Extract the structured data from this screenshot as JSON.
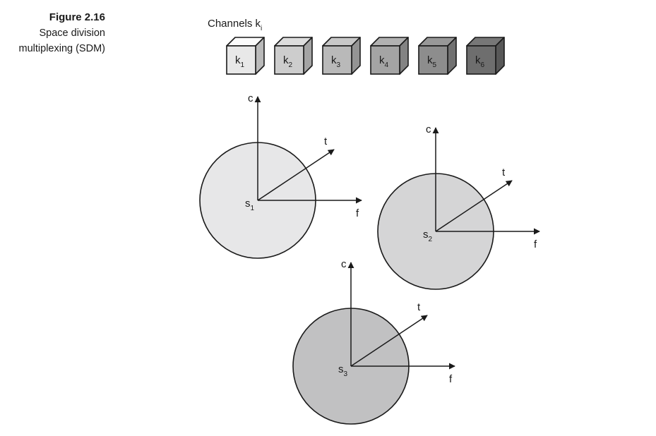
{
  "figure": {
    "number": "Figure 2.16",
    "title_line1": "Space division",
    "title_line2": "multiplexing (SDM)"
  },
  "channels": {
    "label": "Channels k",
    "label_sub": "i",
    "cubes": [
      {
        "main": "k",
        "sub": "1",
        "color": "#e8e8e8"
      },
      {
        "main": "k",
        "sub": "2",
        "color": "#cdcdcd"
      },
      {
        "main": "k",
        "sub": "3",
        "color": "#b9b9b9"
      },
      {
        "main": "k",
        "sub": "4",
        "color": "#a4a4a4"
      },
      {
        "main": "k",
        "sub": "5",
        "color": "#8d8d8d"
      },
      {
        "main": "k",
        "sub": "6",
        "color": "#6e6e6e"
      }
    ]
  },
  "spaces": [
    {
      "main": "s",
      "sub": "1",
      "fill": "#e7e7e8",
      "axis_c": "c",
      "axis_t": "t",
      "axis_f": "f"
    },
    {
      "main": "s",
      "sub": "2",
      "fill": "#d5d5d6",
      "axis_c": "c",
      "axis_t": "t",
      "axis_f": "f"
    },
    {
      "main": "s",
      "sub": "3",
      "fill": "#c1c1c2",
      "axis_c": "c",
      "axis_t": "t",
      "axis_f": "f"
    }
  ]
}
